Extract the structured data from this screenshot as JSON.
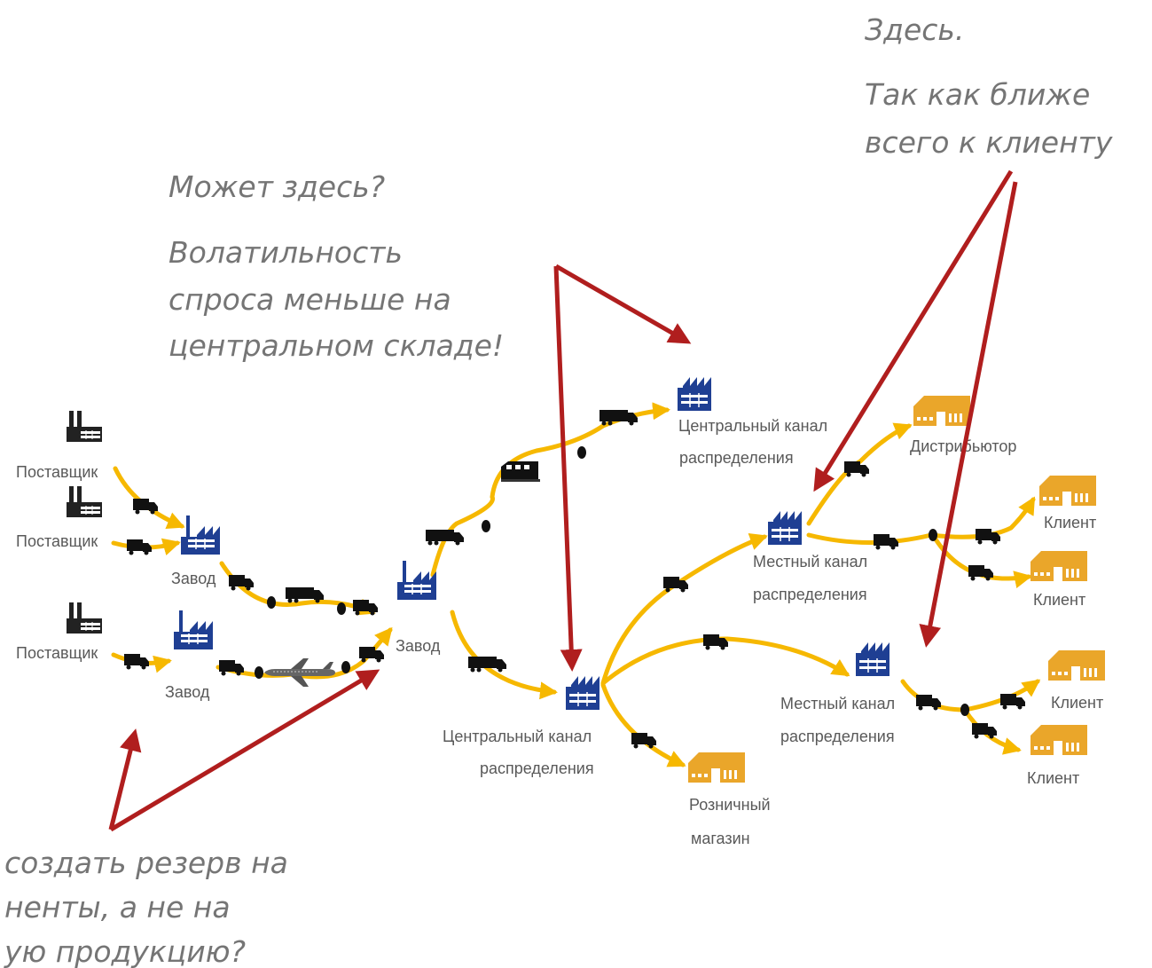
{
  "colors": {
    "flow": "#f6b800",
    "arrow": "#b01e1e",
    "plant": "#1f3f93",
    "supplier": "#222222",
    "warehouse": "#eaa62a",
    "note": "#757575",
    "label": "#595959"
  },
  "notes": {
    "top_right_line1": "Здесь.",
    "top_right_line2": "Так как ближе",
    "top_right_line3": "всего к клиенту",
    "middle_line1": "Может здесь?",
    "middle_line2": "Волатильность",
    "middle_line3": "спроса меньше на",
    "middle_line4": "центральном складе!",
    "bottom_line1": "создать резерв на",
    "bottom_line2": "ненты, а не на",
    "bottom_line3": "ую продукцию?"
  },
  "nodes": {
    "supplier_1": "Поставщик",
    "supplier_2": "Поставщик",
    "supplier_3": "Поставщик",
    "plant_1": "Завод",
    "plant_2": "Завод",
    "plant_main": "Завод",
    "central_dc_top_line1": "Центральный канал",
    "central_dc_top_line2": "распределения",
    "central_dc_bottom_line1": "Центральный канал",
    "central_dc_bottom_line2": "распределения",
    "local_dc_1_line1": "Местный канал",
    "local_dc_1_line2": "распределения",
    "local_dc_2_line1": "Местный канал",
    "local_dc_2_line2": "распределения",
    "distributor": "Дистрибьютор",
    "retail_line1": "Розничный",
    "retail_line2": "магазин",
    "client_1": "Клиент",
    "client_2": "Клиент",
    "client_3": "Клиент",
    "client_4": "Клиент"
  },
  "icons": {
    "supplier": "supplier-factory-icon",
    "plant": "plant-factory-icon",
    "warehouse": "warehouse-icon",
    "truck": "truck-icon",
    "train": "train-icon",
    "airplane": "airplane-icon",
    "node": "junction-dot-icon"
  }
}
